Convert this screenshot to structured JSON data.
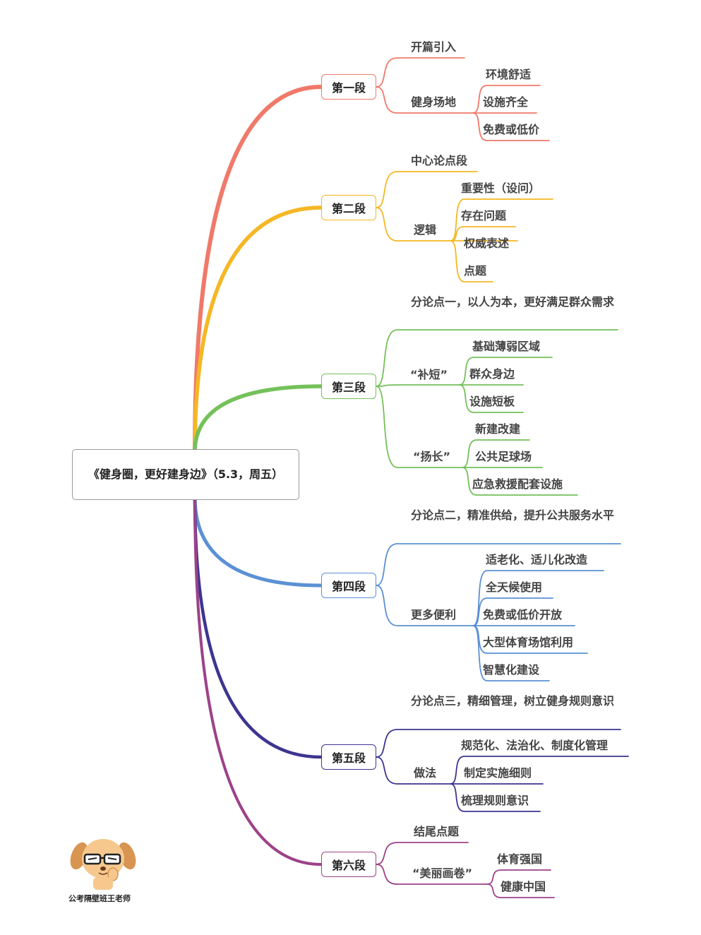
{
  "root": {
    "title": "《健身圈，更好建身边》（5.3，周五）"
  },
  "sections": [
    {
      "label": "第一段",
      "color": "#f0796a"
    },
    {
      "label": "第二段",
      "color": "#f5b724"
    },
    {
      "label": "第三段",
      "color": "#74c15a"
    },
    {
      "label": "第四段",
      "color": "#5b90d4"
    },
    {
      "label": "第五段",
      "color": "#3d3590"
    },
    {
      "label": "第六段",
      "color": "#9c4289"
    }
  ],
  "nodes": {
    "s1_intro": "开篇引入",
    "s1_venue": "健身场地",
    "s1_env": "环境舒适",
    "s1_facility": "设施齐全",
    "s1_free": "免费或低价",
    "s2_center": "中心论点段",
    "s2_logic": "逻辑",
    "s2_importance": "重要性（设问）",
    "s2_problem": "存在问题",
    "s2_authority": "权威表述",
    "s2_point": "点题",
    "s3_sub1": "分论点一，以人为本，更好满足群众需求",
    "s3_short": "“补短”",
    "s3_weak": "基础薄弱区域",
    "s3_people": "群众身边",
    "s3_shortboard": "设施短板",
    "s3_long": "“扬长”",
    "s3_newbuild": "新建改建",
    "s3_football": "公共足球场",
    "s3_emergency": "应急救援配套设施",
    "s4_sub2": "分论点二，精准供给，提升公共服务水平",
    "s4_convenient": "更多便利",
    "s4_elderly": "适老化、适儿化改造",
    "s4_allweather": "全天候使用",
    "s4_freeopen": "免费或低价开放",
    "s4_stadium": "大型体育场馆利用",
    "s4_smart": "智慧化建设",
    "s5_sub3": "分论点三，精细管理，树立健身规则意识",
    "s5_method": "做法",
    "s5_norm": "规范化、法治化、制度化管理",
    "s5_rules": "制定实施细则",
    "s5_awareness": "梳理规则意识",
    "s6_ending": "结尾点题",
    "s6_picture": "“美丽画卷”",
    "s6_sports": "体育强国",
    "s6_health": "健康中国"
  },
  "watermark": {
    "caption": "公考隔壁班王老师"
  }
}
